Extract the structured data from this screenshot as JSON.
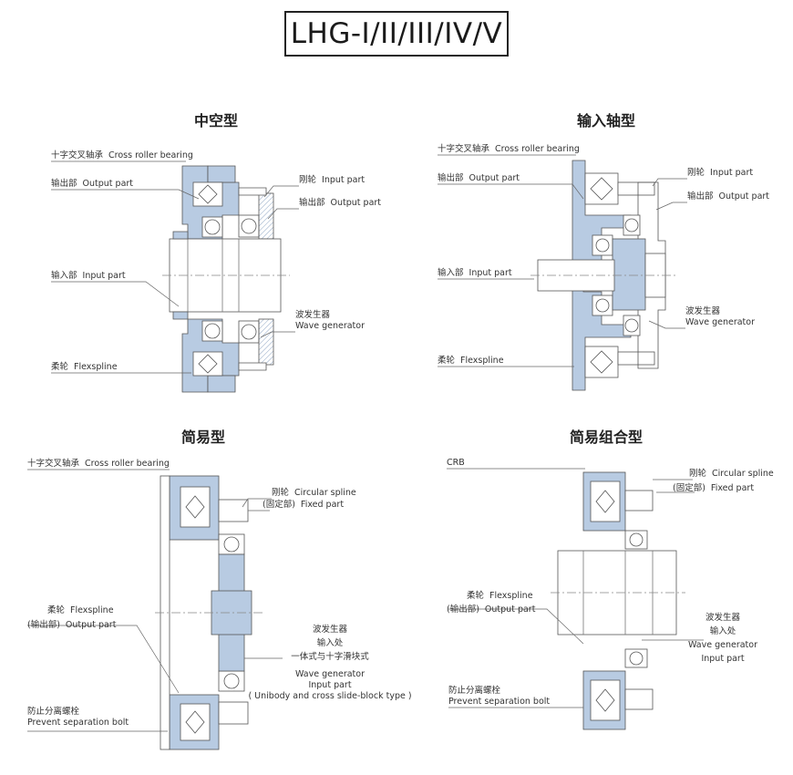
{
  "title": "LHG-I/II/III/IV/V",
  "colors": {
    "part_fill": "#b8cbe2",
    "line": "#555555",
    "bearing": "#ffffff"
  },
  "panels": {
    "hollow": {
      "heading": "中空型",
      "labels": {
        "crb_cn": "十字交叉轴承",
        "crb_en": "Cross roller bearing",
        "out_left_cn": "输出部",
        "out_left_en": "Output part",
        "input_right_cn": "刚轮",
        "input_right_en": "Input part",
        "out_right_cn": "输出部",
        "out_right_en": "Output part",
        "input_left_cn": "输入部",
        "input_left_en": "Input part",
        "wave_cn": "波发生器",
        "wave_en": "Wave generator",
        "flex_cn": "柔轮",
        "flex_en": "Flexspline"
      }
    },
    "shaft": {
      "heading": "输入轴型",
      "labels": {
        "crb_cn": "十字交叉轴承",
        "crb_en": "Cross roller bearing",
        "out_left_cn": "输出部",
        "out_left_en": "Output part",
        "input_right_cn": "刚轮",
        "input_right_en": "Input part",
        "out_right_cn": "输出部",
        "out_right_en": "Output part",
        "input_left_cn": "输入部",
        "input_left_en": "Input part",
        "wave_cn": "波发生器",
        "wave_en": "Wave generator",
        "flex_cn": "柔轮",
        "flex_en": "Flexspline"
      }
    },
    "simple": {
      "heading": "简易型",
      "labels": {
        "crb_cn": "十字交叉轴承",
        "crb_en": "Cross roller bearing",
        "circ_cn": "刚轮",
        "circ_en": "Circular spline",
        "fixed_cn": "(固定部)",
        "fixed_en": "Fixed part",
        "flex_cn": "柔轮",
        "flex_en": "Flexspline",
        "flexout_cn": "(输出部)",
        "flexout_en": "Output part",
        "wave_cn1": "波发生器",
        "wave_cn2": "输入处",
        "wave_cn3": "一体式与十字滑块式",
        "wave_en1": "Wave generator",
        "wave_en2": "Input part",
        "wave_en3": "( Unibody and cross slide-block type )",
        "bolt_cn": "防止分离螺栓",
        "bolt_en": "Prevent separation bolt"
      }
    },
    "combo": {
      "heading": "简易组合型",
      "labels": {
        "crb": "CRB",
        "circ_cn": "刚轮",
        "circ_en": "Circular spline",
        "fixed_cn": "(固定部)",
        "fixed_en": "Fixed part",
        "flex_cn": "柔轮",
        "flex_en": "Flexspline",
        "flexout_cn": "(输出部)",
        "flexout_en": "Output part",
        "wave_cn1": "波发生器",
        "wave_cn2": "输入处",
        "wave_en1": "Wave generator",
        "wave_en2": "Input part",
        "bolt_cn": "防止分离螺栓",
        "bolt_en": "Prevent separation bolt"
      }
    }
  }
}
